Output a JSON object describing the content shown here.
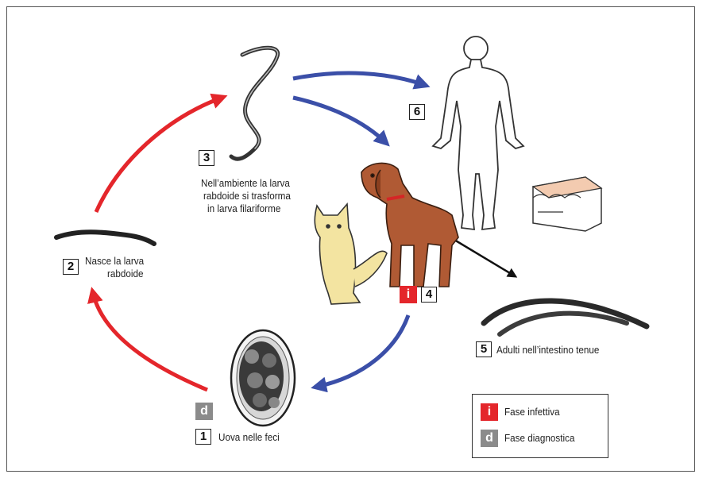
{
  "stages": [
    {
      "number": "1",
      "label": "Uova nelle feci"
    },
    {
      "number": "2",
      "label_line1": "Nasce la larva",
      "label_line2": "rabdoide"
    },
    {
      "number": "3",
      "label_line1": "Nell’ambiente la larva",
      "label_line2": "rabdoide si trasforma",
      "label_line3": "in larva filariforme"
    },
    {
      "number": "4"
    },
    {
      "number": "5",
      "label": "Adulti nell’intestino tenue"
    },
    {
      "number": "6"
    }
  ],
  "badges": {
    "infective_letter": "i",
    "diagnostic_letter": "d"
  },
  "legend": {
    "infective": {
      "letter": "i",
      "text": "Fase infettiva"
    },
    "diagnostic": {
      "letter": "d",
      "text": "Fase diagnostica"
    }
  },
  "colors": {
    "red_arrow": "#e4262b",
    "blue_arrow": "#3b4fa8",
    "infective_badge": "#e4262b",
    "diagnostic_badge": "#8b8b8b",
    "dog": "#b05a34",
    "cat": "#f3e4a1"
  }
}
